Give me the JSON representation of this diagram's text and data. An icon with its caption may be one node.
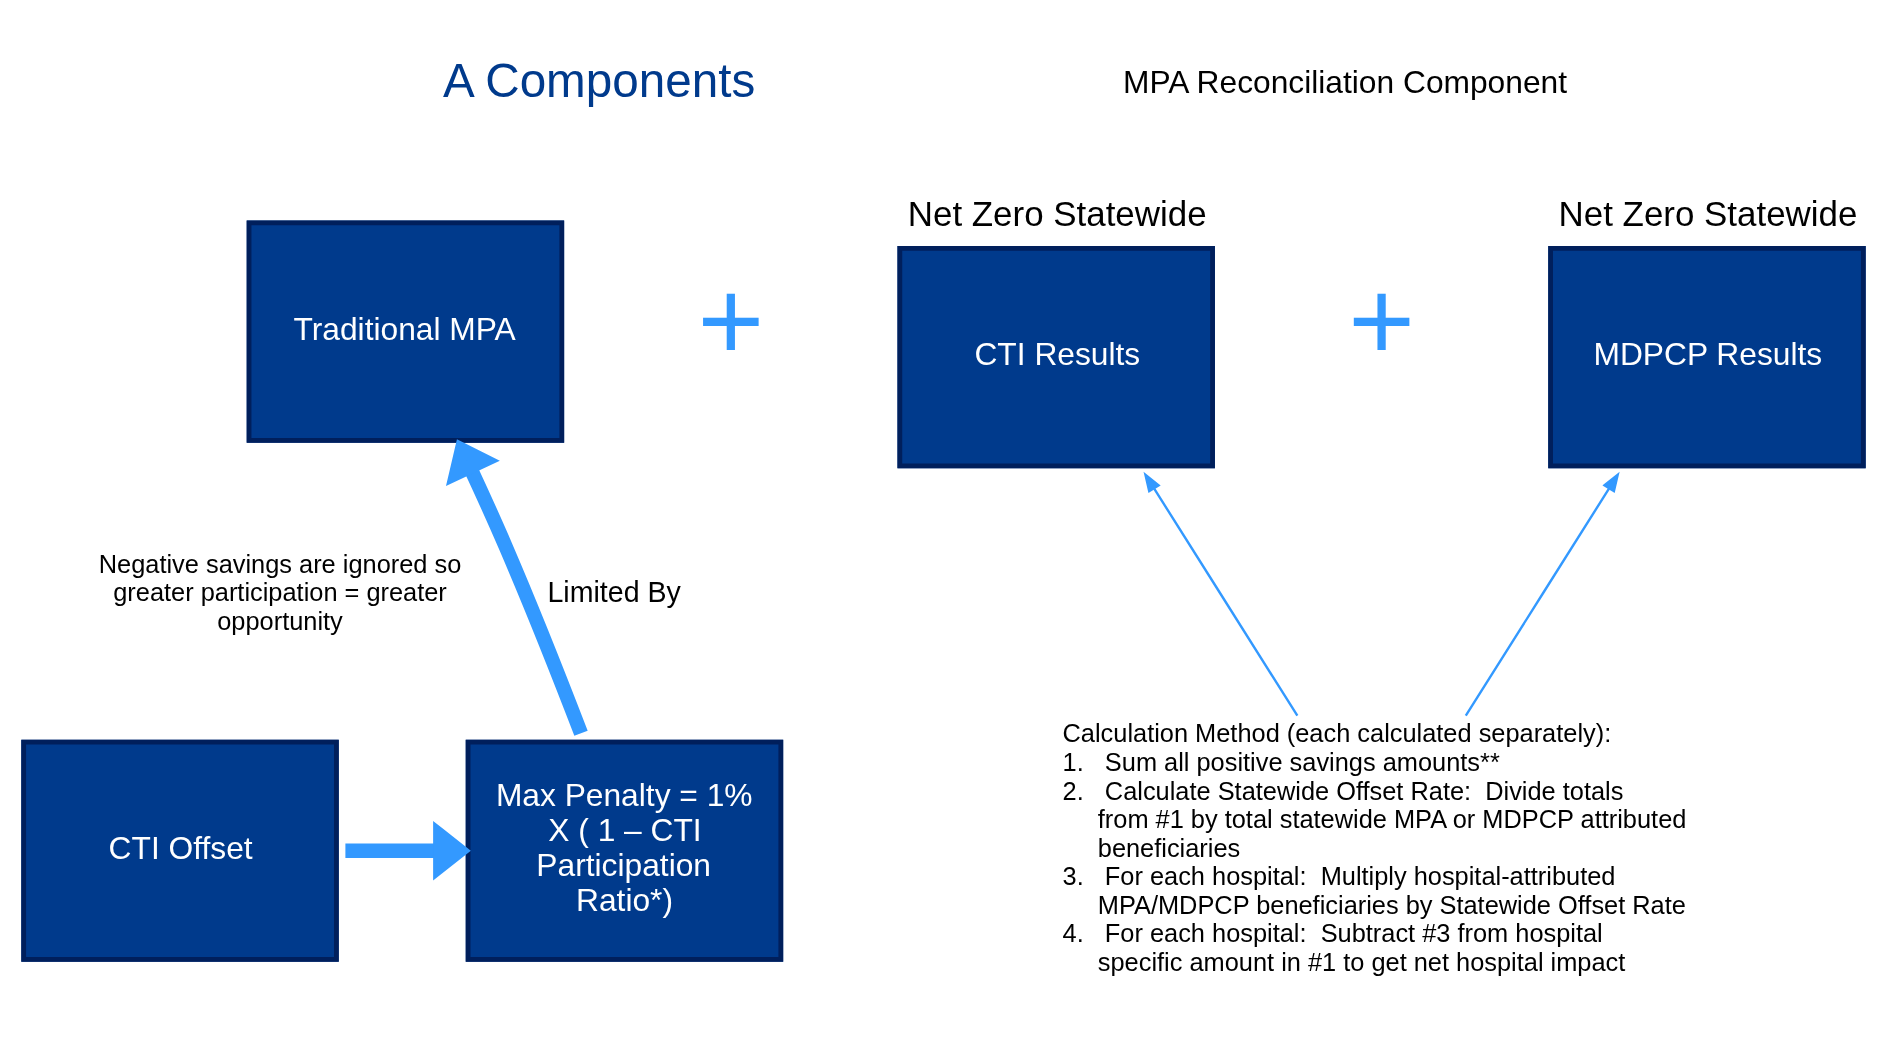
{
  "diagram": {
    "nodes": [
      {
        "text": [
          "Traditional MPA"
        ]
      },
      {
        "text": [
          "CTI Results"
        ],
        "beside": [
          "Net Zero Statewide"
        ]
      },
      {
        "text": [
          "MDPCP Results"
        ],
        "beside": [
          "Net Zero Statewide"
        ]
      },
      {
        "text": [
          "Max Penalty = 1% X ( 1 – CTI Participation Ratio*)"
        ]
      },
      {
        "text": [
          "CTI Offset"
        ]
      },
      {
        "text": [
          "Calculation Method (each calculated separately):",
          "1.\tSum all positive savings amounts**",
          "2.\tCalculate Statewide Offset Rate:  Divide totals from #1 by total statewide MPA or MDPCP attributed beneficiaries",
          "3.\tFor each hospital:  Multiply hospital-attributed MPA/MDPCP beneficiaries by Statewide Offset Rate",
          "4.\tFor each hospital:  Subtract #3 from hospital specific amount in #1 to get net hospital impact"
        ]
      }
    ],
    "edges": [
      {
        "from": 3,
        "to": 0,
        "arrow": "to",
        "label": "Limited By",
        "style": "thick"
      },
      {
        "from": 4,
        "to": 3,
        "arrow": "to",
        "style": "thick"
      },
      {
        "from": 5,
        "to": 1,
        "arrow": "to"
      },
      {
        "from": 5,
        "to": 2,
        "arrow": "to"
      }
    ],
    "labels": [
      "A Components",
      "MPA Reconciliation Component",
      "+",
      "+",
      "Negative savings are ignored so greater participation = greater opportunity"
    ]
  }
}
